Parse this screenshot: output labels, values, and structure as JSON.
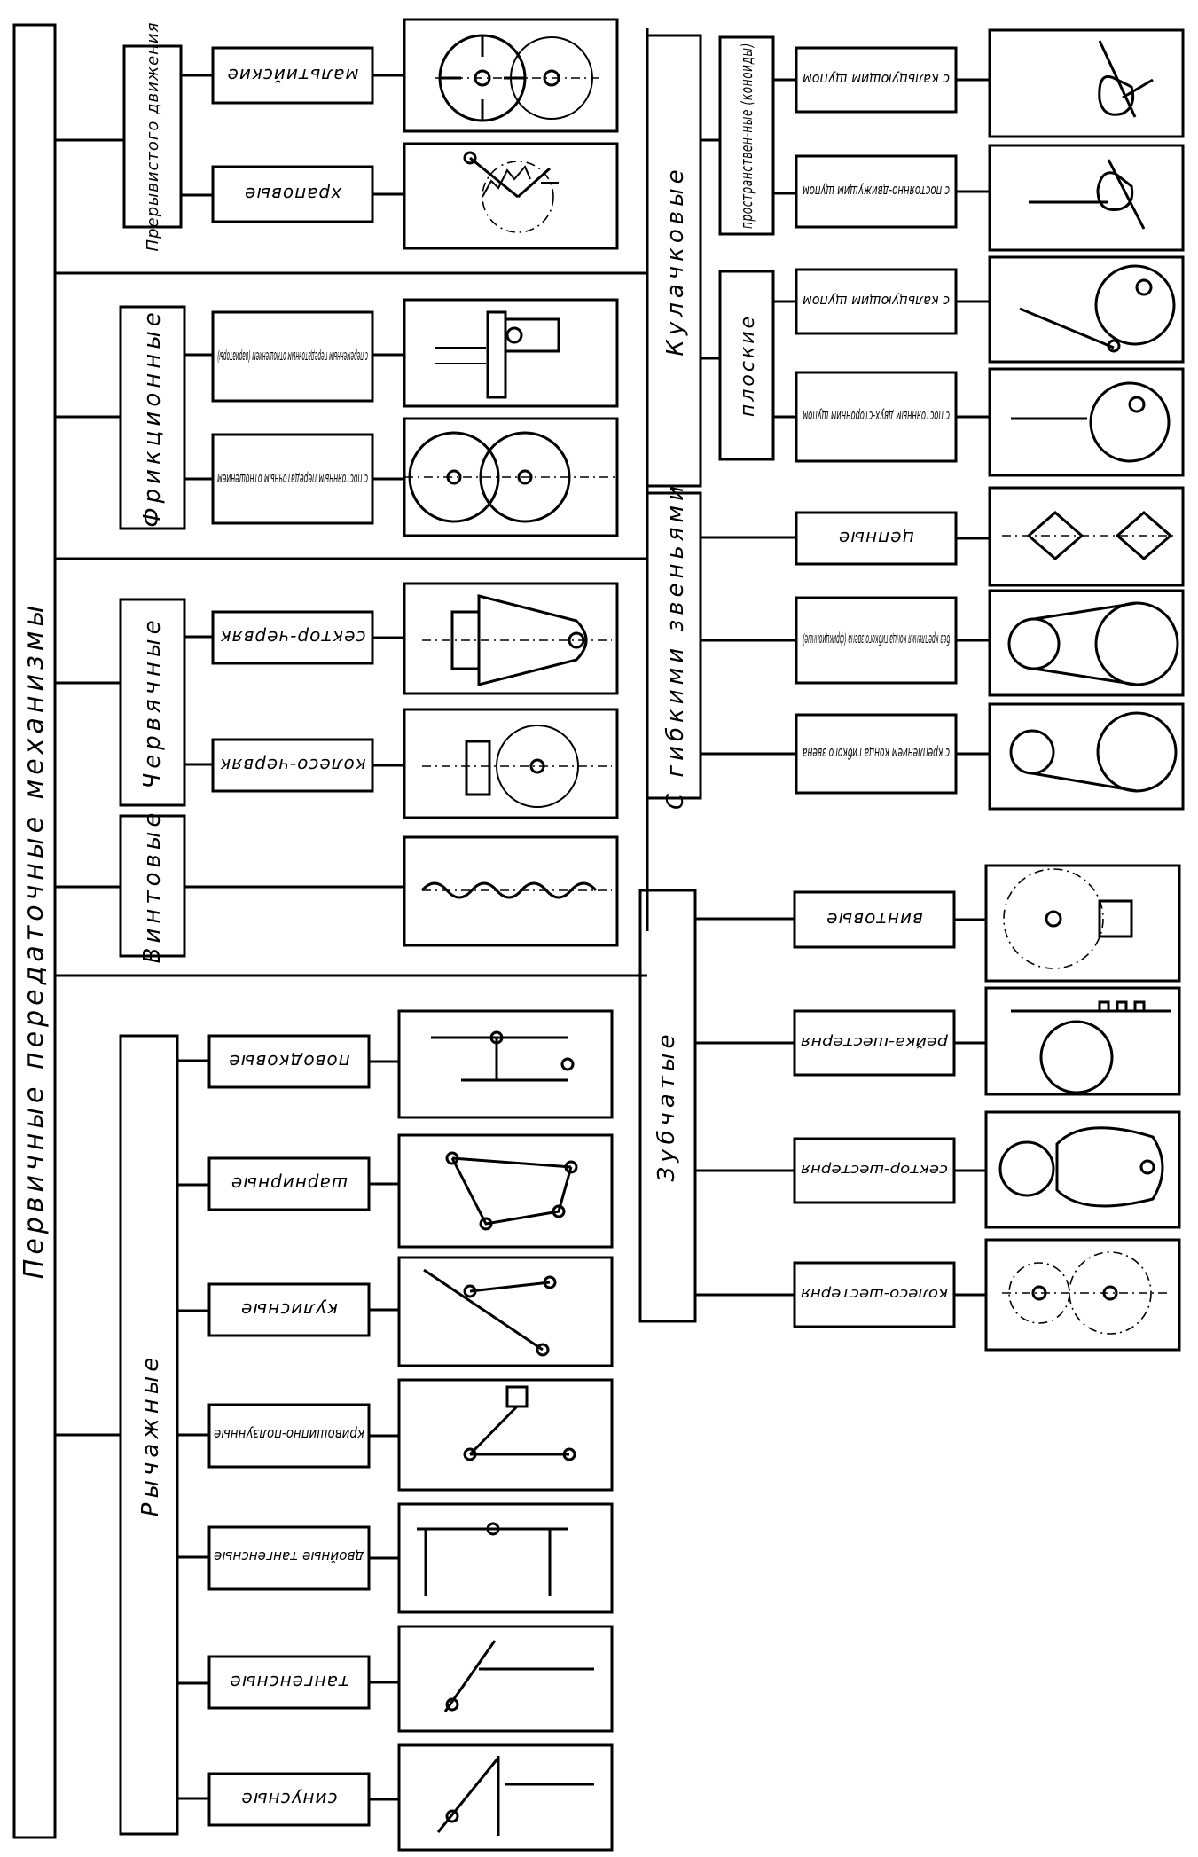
{
  "root": "Первичные передаточные механизмы",
  "categories": {
    "intermittent": "Прерывистого движения",
    "friction": "Фрикционные",
    "worm": "Червячные",
    "screw": "Винтовые",
    "lever": "Рычажные",
    "cam": "Кулачковые",
    "cam_spatial": "пространствен-ные (коноиды)",
    "cam_flat": "плоские",
    "flexible": "С гибкими звеньями",
    "gear": "Зубчатые"
  },
  "mechanisms": {
    "maltese": "мальтийские",
    "ratchet": "храповые",
    "friction_variable": "с переменным передаточным отношением (вариаторы)",
    "friction_constant": "с постоянным передаточным отношением",
    "worm_sector": "сектор-червяк",
    "worm_wheel": "колесо-червяк",
    "lever_drive": "поводковые",
    "lever_hinge": "шарнирные",
    "lever_rocker": "кулисные",
    "lever_crank": "кривошипно-ползунные",
    "lever_double_tangent": "двойные тангенсные",
    "lever_tangent": "тангенсные",
    "lever_sine": "синусные",
    "cam_sp_closing": "с кальцующим щупом",
    "cam_sp_moving": "с постоянно-движущим щупом",
    "cam_fl_closing": "с кальцующим щупом",
    "cam_fl_moving": "с постоянным двух-сторонним щупом",
    "flex_chain": "цепные",
    "flex_friction": "без крепления конца гибкого звена (фрикционные)",
    "flex_fixed": "с креплением конца гибкого звена",
    "gear_screw": "винтовые",
    "gear_rack": "рейка-шестерня",
    "gear_sector": "сектор-шестерня",
    "gear_wheel": "колесо-шестерня"
  }
}
